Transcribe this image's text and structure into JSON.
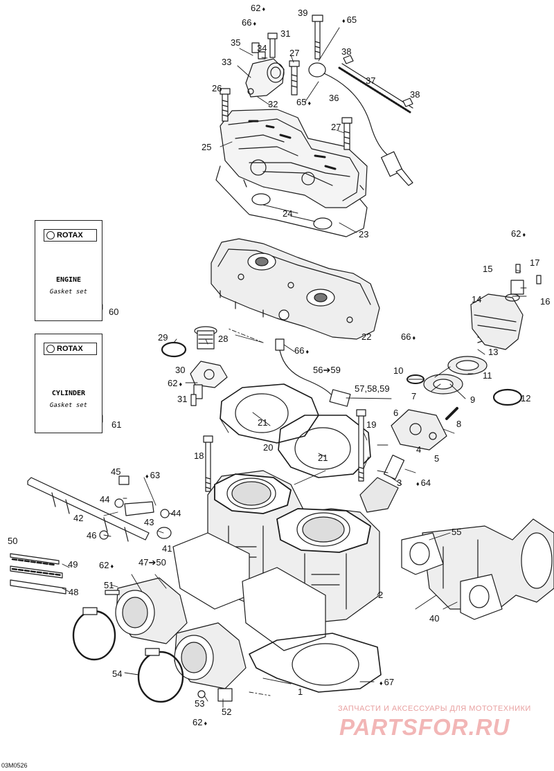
{
  "callouts": [
    {
      "id": "c62a",
      "text": "62",
      "drop": true
    },
    {
      "id": "c39",
      "text": "39",
      "drop": false
    },
    {
      "id": "c65a",
      "text": "65",
      "drop": true
    },
    {
      "id": "c66a",
      "text": "66",
      "drop": true
    },
    {
      "id": "c35",
      "text": "35",
      "drop": false
    },
    {
      "id": "c31a",
      "text": "31",
      "drop": false
    },
    {
      "id": "c34",
      "text": "34",
      "drop": false
    },
    {
      "id": "c27a",
      "text": "27",
      "drop": false
    },
    {
      "id": "c38a",
      "text": "38",
      "drop": false
    },
    {
      "id": "c33",
      "text": "33",
      "drop": false
    },
    {
      "id": "c37",
      "text": "37",
      "drop": false
    },
    {
      "id": "c26",
      "text": "26",
      "drop": false
    },
    {
      "id": "c36",
      "text": "36",
      "drop": false
    },
    {
      "id": "c38b",
      "text": "38",
      "drop": false
    },
    {
      "id": "c32",
      "text": "32",
      "drop": false
    },
    {
      "id": "c65b",
      "text": "65",
      "drop": true
    },
    {
      "id": "c27b",
      "text": "27",
      "drop": false
    },
    {
      "id": "c25",
      "text": "25",
      "drop": false
    },
    {
      "id": "c24",
      "text": "24",
      "drop": false
    },
    {
      "id": "c23",
      "text": "23",
      "drop": false
    },
    {
      "id": "c62b",
      "text": "62",
      "drop": true
    },
    {
      "id": "c15",
      "text": "15",
      "drop": false
    },
    {
      "id": "c17",
      "text": "17",
      "drop": false
    },
    {
      "id": "c16",
      "text": "16",
      "drop": false
    },
    {
      "id": "c14",
      "text": "14",
      "drop": false
    },
    {
      "id": "c60",
      "text": "60",
      "drop": false
    },
    {
      "id": "c22",
      "text": "22",
      "drop": false
    },
    {
      "id": "c29",
      "text": "29",
      "drop": false
    },
    {
      "id": "c28",
      "text": "28",
      "drop": false
    },
    {
      "id": "c66b",
      "text": "66",
      "drop": true
    },
    {
      "id": "c66c",
      "text": "66",
      "drop": true
    },
    {
      "id": "c13",
      "text": "13",
      "drop": false
    },
    {
      "id": "c30",
      "text": "30",
      "drop": false
    },
    {
      "id": "c56",
      "text": "56➔59",
      "drop": false
    },
    {
      "id": "c10",
      "text": "10",
      "drop": false
    },
    {
      "id": "c11",
      "text": "11",
      "drop": false
    },
    {
      "id": "c62c",
      "text": "62",
      "drop": true
    },
    {
      "id": "c5759",
      "text": "57,58,59",
      "drop": false
    },
    {
      "id": "c7",
      "text": "7",
      "drop": false
    },
    {
      "id": "c9",
      "text": "9",
      "drop": false
    },
    {
      "id": "c12",
      "text": "12",
      "drop": false
    },
    {
      "id": "c31b",
      "text": "31",
      "drop": false
    },
    {
      "id": "c6",
      "text": "6",
      "drop": false
    },
    {
      "id": "c8",
      "text": "8",
      "drop": false
    },
    {
      "id": "c61",
      "text": "61",
      "drop": false
    },
    {
      "id": "c21a",
      "text": "21",
      "drop": false
    },
    {
      "id": "c19",
      "text": "19",
      "drop": false
    },
    {
      "id": "c20",
      "text": "20",
      "drop": false
    },
    {
      "id": "c4",
      "text": "4",
      "drop": false
    },
    {
      "id": "c18",
      "text": "18",
      "drop": false
    },
    {
      "id": "c5",
      "text": "5",
      "drop": false
    },
    {
      "id": "c21b",
      "text": "21",
      "drop": false
    },
    {
      "id": "c45",
      "text": "45",
      "drop": false
    },
    {
      "id": "c63",
      "text": "63",
      "drop": true
    },
    {
      "id": "c3",
      "text": "3",
      "drop": false
    },
    {
      "id": "c64",
      "text": "64",
      "drop": true
    },
    {
      "id": "c44a",
      "text": "44",
      "drop": false
    },
    {
      "id": "c44b",
      "text": "44",
      "drop": false
    },
    {
      "id": "c42",
      "text": "42",
      "drop": false
    },
    {
      "id": "c43",
      "text": "43",
      "drop": false
    },
    {
      "id": "c55",
      "text": "55",
      "drop": false
    },
    {
      "id": "c46",
      "text": "46",
      "drop": false
    },
    {
      "id": "c41",
      "text": "41",
      "drop": false
    },
    {
      "id": "c50",
      "text": "50",
      "drop": false
    },
    {
      "id": "c49",
      "text": "49",
      "drop": false
    },
    {
      "id": "c62d",
      "text": "62",
      "drop": true
    },
    {
      "id": "c4750",
      "text": "47➔50",
      "drop": false
    },
    {
      "id": "c51",
      "text": "51",
      "drop": false
    },
    {
      "id": "c48",
      "text": "48",
      "drop": false
    },
    {
      "id": "c2",
      "text": "2",
      "drop": false
    },
    {
      "id": "c40",
      "text": "40",
      "drop": false
    },
    {
      "id": "c54",
      "text": "54",
      "drop": false
    },
    {
      "id": "c67",
      "text": "67",
      "drop": true
    },
    {
      "id": "c1",
      "text": "1",
      "drop": false
    },
    {
      "id": "c53",
      "text": "53",
      "drop": false
    },
    {
      "id": "c52",
      "text": "52",
      "drop": false
    },
    {
      "id": "c62e",
      "text": "62",
      "drop": true
    }
  ],
  "kits": {
    "engine": {
      "brand": "ROTAX",
      "title": "ENGINE",
      "subtitle": "Gasket set"
    },
    "cylinder": {
      "brand": "ROTAX",
      "title": "CYLINDER",
      "subtitle": "Gasket set"
    }
  },
  "drawing_code": "03M0526",
  "watermark": {
    "line1": "ЗАПЧАСТИ И АКСЕССУАРЫ ДЛЯ МОТОТЕХНИКИ",
    "line2": "PARTSFOR.RU"
  },
  "icons": {
    "oil_drop": "oil-drop-icon",
    "logo": "rotax-logo-icon"
  }
}
